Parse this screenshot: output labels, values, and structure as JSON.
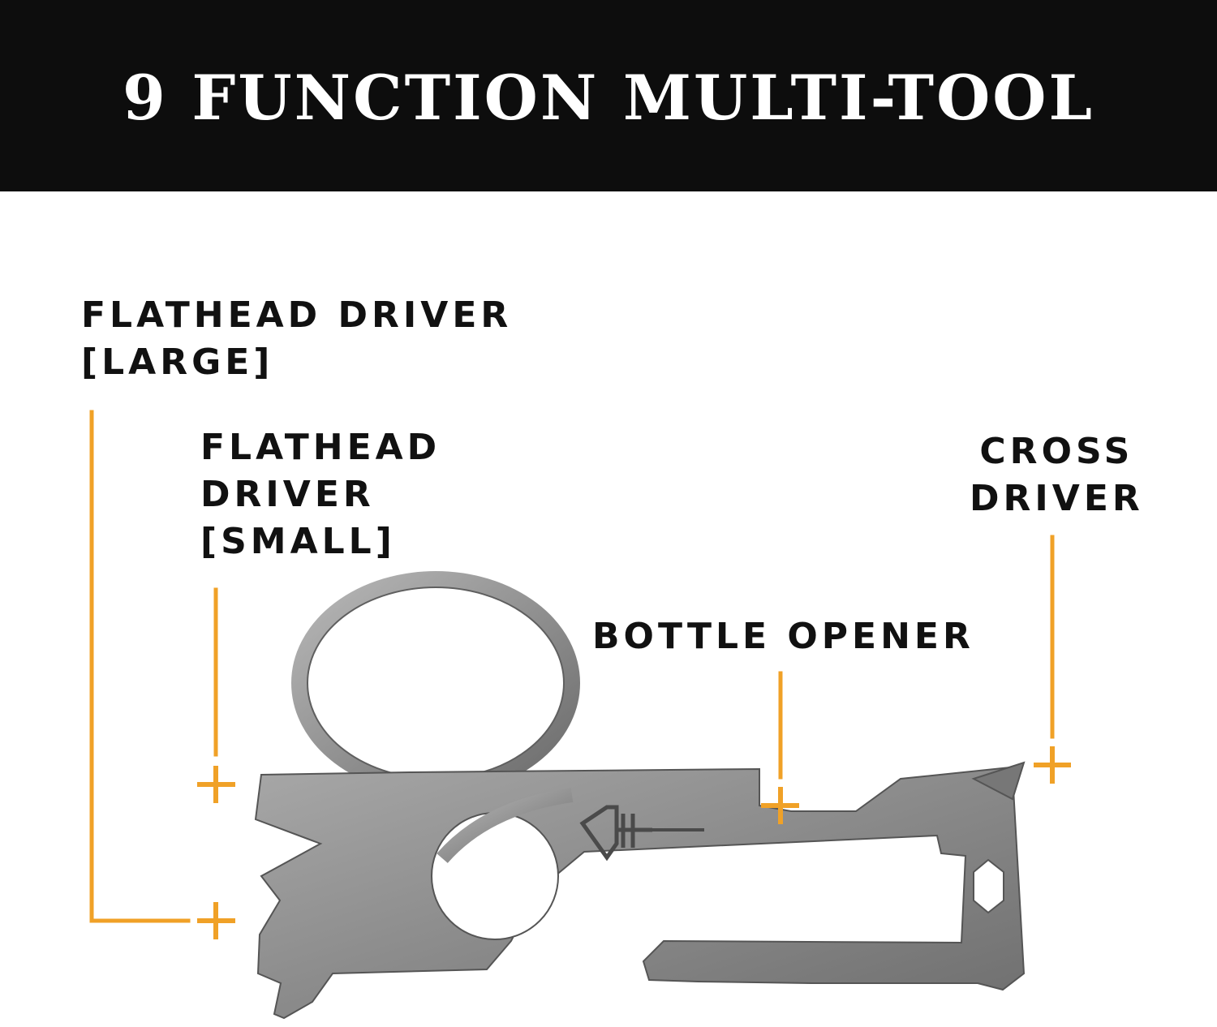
{
  "header": {
    "title": "9 FUNCTION MULTI-TOOL"
  },
  "labels": {
    "flathead_large": {
      "line1": "FLATHEAD DRIVER",
      "line2": "[LARGE]"
    },
    "flathead_small": {
      "line1": "FLATHEAD",
      "line2": "DRIVER",
      "line3": "[SMALL]"
    },
    "bottle_opener": {
      "line1": "BOTTLE OPENER"
    },
    "cross_driver": {
      "line1": "CROSS",
      "line2": "DRIVER"
    }
  },
  "colors": {
    "header_bg": "#0d0d0d",
    "accent": "#f0a127",
    "text": "#111111",
    "steel": "#8e8e8e"
  }
}
